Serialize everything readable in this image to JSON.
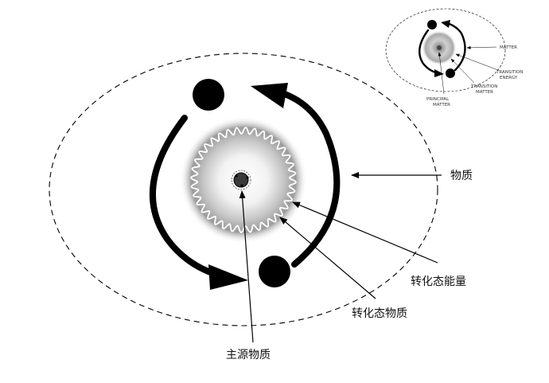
{
  "main_diagram": {
    "labels": {
      "matter": "物质",
      "transition_energy": "转化态能量",
      "transition_matter": "转化态物质",
      "principal_matter": "主源物质"
    }
  },
  "inset_diagram": {
    "labels": {
      "matter": "MATTER",
      "transition_energy_line1": "TRANSITION",
      "transition_energy_line2": "ENERGY",
      "transition_matter_line1": "TRANSITION",
      "transition_matter_line2": "MATTER",
      "principal_matter_line1": "PRINCIPAL",
      "principal_matter_line2": "MATTER"
    }
  },
  "colors": {
    "ink": "#000000",
    "background": "#ffffff",
    "haze": "#8a8a8a"
  }
}
